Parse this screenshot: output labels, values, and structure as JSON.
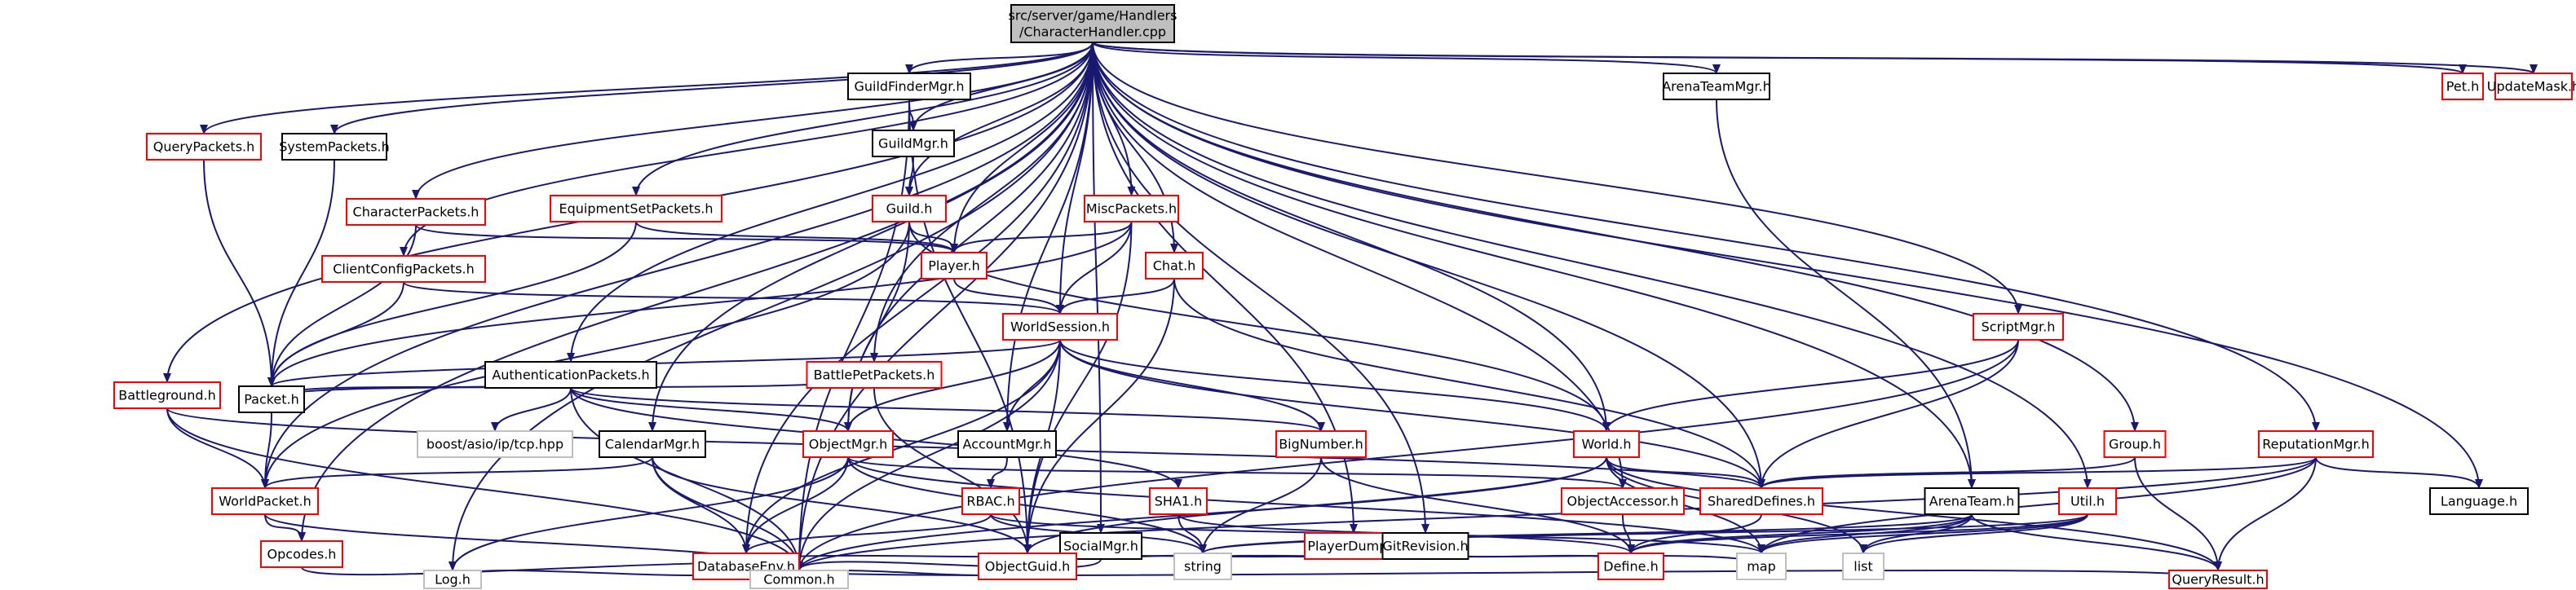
{
  "colors": {
    "edge": "#191970",
    "red_border": "#ff0000",
    "black_border": "#000000",
    "grey_border": "#bfbfbf",
    "root_fill": "#bfbfbf",
    "text": "#000000"
  },
  "nodes": [
    {
      "id": "root",
      "lines": [
        "src/server/game/Handlers",
        "/CharacterHandler.cpp"
      ],
      "style": "root"
    },
    {
      "id": "guildfindermgr",
      "lines": [
        "GuildFinderMgr.h"
      ],
      "style": "black"
    },
    {
      "id": "arenateammgr",
      "lines": [
        "ArenaTeamMgr.h"
      ],
      "style": "black"
    },
    {
      "id": "pet",
      "lines": [
        "Pet.h"
      ],
      "style": "red"
    },
    {
      "id": "updatemask",
      "lines": [
        "UpdateMask.h"
      ],
      "style": "red"
    },
    {
      "id": "querypackets",
      "lines": [
        "QueryPackets.h"
      ],
      "style": "red"
    },
    {
      "id": "systempackets",
      "lines": [
        "SystemPackets.h"
      ],
      "style": "black"
    },
    {
      "id": "guildmgr",
      "lines": [
        "GuildMgr.h"
      ],
      "style": "black"
    },
    {
      "id": "characterpackets",
      "lines": [
        "CharacterPackets.h"
      ],
      "style": "red"
    },
    {
      "id": "equipmentsetpackets",
      "lines": [
        "EquipmentSetPackets.h"
      ],
      "style": "red"
    },
    {
      "id": "guild",
      "lines": [
        "Guild.h"
      ],
      "style": "red"
    },
    {
      "id": "miscpackets",
      "lines": [
        "MiscPackets.h"
      ],
      "style": "red"
    },
    {
      "id": "player",
      "lines": [
        "Player.h"
      ],
      "style": "red"
    },
    {
      "id": "chat",
      "lines": [
        "Chat.h"
      ],
      "style": "red"
    },
    {
      "id": "clientconfigpackets",
      "lines": [
        "ClientConfigPackets.h"
      ],
      "style": "red"
    },
    {
      "id": "worldsession",
      "lines": [
        "WorldSession.h"
      ],
      "style": "red"
    },
    {
      "id": "scriptmgr",
      "lines": [
        "ScriptMgr.h"
      ],
      "style": "red"
    },
    {
      "id": "authenticationpackets",
      "lines": [
        "AuthenticationPackets.h"
      ],
      "style": "black"
    },
    {
      "id": "battlepetpackets",
      "lines": [
        "BattlePetPackets.h"
      ],
      "style": "red"
    },
    {
      "id": "battleground",
      "lines": [
        "Battleground.h"
      ],
      "style": "red"
    },
    {
      "id": "packet",
      "lines": [
        "Packet.h"
      ],
      "style": "black"
    },
    {
      "id": "boostasio",
      "lines": [
        "boost/asio/ip/tcp.hpp"
      ],
      "style": "grey"
    },
    {
      "id": "calendarmgr",
      "lines": [
        "CalendarMgr.h"
      ],
      "style": "black"
    },
    {
      "id": "objectmgr",
      "lines": [
        "ObjectMgr.h"
      ],
      "style": "red"
    },
    {
      "id": "accountmgr",
      "lines": [
        "AccountMgr.h"
      ],
      "style": "black"
    },
    {
      "id": "bignumber",
      "lines": [
        "BigNumber.h"
      ],
      "style": "red"
    },
    {
      "id": "world",
      "lines": [
        "World.h"
      ],
      "style": "red"
    },
    {
      "id": "group",
      "lines": [
        "Group.h"
      ],
      "style": "red"
    },
    {
      "id": "reputationmgr",
      "lines": [
        "ReputationMgr.h"
      ],
      "style": "red"
    },
    {
      "id": "worldpacket",
      "lines": [
        "WorldPacket.h"
      ],
      "style": "red"
    },
    {
      "id": "rbac",
      "lines": [
        "RBAC.h"
      ],
      "style": "red"
    },
    {
      "id": "sha1",
      "lines": [
        "SHA1.h"
      ],
      "style": "red"
    },
    {
      "id": "objectaccessor",
      "lines": [
        "ObjectAccessor.h"
      ],
      "style": "red"
    },
    {
      "id": "shareddefines",
      "lines": [
        "SharedDefines.h"
      ],
      "style": "red"
    },
    {
      "id": "arenateam",
      "lines": [
        "ArenaTeam.h"
      ],
      "style": "black"
    },
    {
      "id": "util",
      "lines": [
        "Util.h"
      ],
      "style": "red"
    },
    {
      "id": "language",
      "lines": [
        "Language.h"
      ],
      "style": "black"
    },
    {
      "id": "socialmgr",
      "lines": [
        "SocialMgr.h"
      ],
      "style": "black"
    },
    {
      "id": "playerdump",
      "lines": [
        "PlayerDump.h"
      ],
      "style": "red"
    },
    {
      "id": "gitrevision",
      "lines": [
        "GitRevision.h"
      ],
      "style": "black"
    },
    {
      "id": "opcodes",
      "lines": [
        "Opcodes.h"
      ],
      "style": "red"
    },
    {
      "id": "databaseenv",
      "lines": [
        "DatabaseEnv.h"
      ],
      "style": "red"
    },
    {
      "id": "objectguid",
      "lines": [
        "ObjectGuid.h"
      ],
      "style": "red"
    },
    {
      "id": "string",
      "lines": [
        "string"
      ],
      "style": "grey"
    },
    {
      "id": "define",
      "lines": [
        "Define.h"
      ],
      "style": "red"
    },
    {
      "id": "map",
      "lines": [
        "map"
      ],
      "style": "grey"
    },
    {
      "id": "list",
      "lines": [
        "list"
      ],
      "style": "grey"
    },
    {
      "id": "log",
      "lines": [
        "Log.h"
      ],
      "style": "grey"
    },
    {
      "id": "common",
      "lines": [
        "Common.h"
      ],
      "style": "grey"
    },
    {
      "id": "queryresult",
      "lines": [
        "QueryResult.h"
      ],
      "style": "red"
    }
  ],
  "edges": [
    [
      "root",
      "guildfindermgr"
    ],
    [
      "root",
      "arenateammgr"
    ],
    [
      "root",
      "pet"
    ],
    [
      "root",
      "updatemask"
    ],
    [
      "root",
      "querypackets"
    ],
    [
      "root",
      "systempackets"
    ],
    [
      "root",
      "guildmgr"
    ],
    [
      "root",
      "characterpackets"
    ],
    [
      "root",
      "equipmentsetpackets"
    ],
    [
      "root",
      "guild"
    ],
    [
      "root",
      "miscpackets"
    ],
    [
      "root",
      "player"
    ],
    [
      "root",
      "chat"
    ],
    [
      "root",
      "clientconfigpackets"
    ],
    [
      "root",
      "worldsession"
    ],
    [
      "root",
      "scriptmgr"
    ],
    [
      "root",
      "authenticationpackets"
    ],
    [
      "root",
      "battlepetpackets"
    ],
    [
      "root",
      "battleground"
    ],
    [
      "root",
      "calendarmgr"
    ],
    [
      "root",
      "objectmgr"
    ],
    [
      "root",
      "accountmgr"
    ],
    [
      "root",
      "world"
    ],
    [
      "root",
      "group"
    ],
    [
      "root",
      "reputationmgr"
    ],
    [
      "root",
      "worldpacket"
    ],
    [
      "root",
      "objectaccessor"
    ],
    [
      "root",
      "shareddefines"
    ],
    [
      "root",
      "arenateam"
    ],
    [
      "root",
      "util"
    ],
    [
      "root",
      "language"
    ],
    [
      "root",
      "socialmgr"
    ],
    [
      "root",
      "playerdump"
    ],
    [
      "root",
      "gitrevision"
    ],
    [
      "root",
      "opcodes"
    ],
    [
      "root",
      "databaseenv"
    ],
    [
      "root",
      "log"
    ],
    [
      "root",
      "common"
    ],
    [
      "guildfindermgr",
      "guildmgr"
    ],
    [
      "guildfindermgr",
      "common"
    ],
    [
      "guildfindermgr",
      "objectguid"
    ],
    [
      "arenateammgr",
      "arenateam"
    ],
    [
      "querypackets",
      "packet"
    ],
    [
      "systempackets",
      "packet"
    ],
    [
      "guildmgr",
      "guild"
    ],
    [
      "characterpackets",
      "packet"
    ],
    [
      "characterpackets",
      "player"
    ],
    [
      "equipmentsetpackets",
      "player"
    ],
    [
      "equipmentsetpackets",
      "packet"
    ],
    [
      "guild",
      "player"
    ],
    [
      "guild",
      "objectmgr"
    ],
    [
      "guild",
      "worldpacket"
    ],
    [
      "guild",
      "world"
    ],
    [
      "miscpackets",
      "player"
    ],
    [
      "miscpackets",
      "worldsession"
    ],
    [
      "miscpackets",
      "packet"
    ],
    [
      "miscpackets",
      "objectguid"
    ],
    [
      "player",
      "worldsession"
    ],
    [
      "chat",
      "worldsession"
    ],
    [
      "chat",
      "shareddefines"
    ],
    [
      "chat",
      "objectguid"
    ],
    [
      "clientconfigpackets",
      "packet"
    ],
    [
      "clientconfigpackets",
      "worldsession"
    ],
    [
      "worldsession",
      "packet"
    ],
    [
      "worldsession",
      "objectmgr"
    ],
    [
      "worldsession",
      "accountmgr"
    ],
    [
      "worldsession",
      "bignumber"
    ],
    [
      "worldsession",
      "world"
    ],
    [
      "worldsession",
      "shareddefines"
    ],
    [
      "worldsession",
      "databaseenv"
    ],
    [
      "worldsession",
      "common"
    ],
    [
      "worldsession",
      "objectguid"
    ],
    [
      "scriptmgr",
      "world"
    ],
    [
      "scriptmgr",
      "shareddefines"
    ],
    [
      "scriptmgr",
      "common"
    ],
    [
      "authenticationpackets",
      "packet"
    ],
    [
      "authenticationpackets",
      "boostasio"
    ],
    [
      "authenticationpackets",
      "objectmgr"
    ],
    [
      "authenticationpackets",
      "bignumber"
    ],
    [
      "authenticationpackets",
      "sha1"
    ],
    [
      "authenticationpackets",
      "common"
    ],
    [
      "battlepetpackets",
      "packet"
    ],
    [
      "battlepetpackets",
      "objectguid"
    ],
    [
      "battleground",
      "worldpacket"
    ],
    [
      "battleground",
      "shareddefines"
    ],
    [
      "battleground",
      "common"
    ],
    [
      "packet",
      "worldpacket"
    ],
    [
      "calendarmgr",
      "worldpacket"
    ],
    [
      "calendarmgr",
      "databaseenv"
    ],
    [
      "calendarmgr",
      "common"
    ],
    [
      "calendarmgr",
      "objectguid"
    ],
    [
      "objectmgr",
      "databaseenv"
    ],
    [
      "objectmgr",
      "log"
    ],
    [
      "objectmgr",
      "objectaccessor"
    ],
    [
      "objectmgr",
      "string"
    ],
    [
      "objectmgr",
      "map"
    ],
    [
      "accountmgr",
      "rbac"
    ],
    [
      "bignumber",
      "string"
    ],
    [
      "bignumber",
      "define"
    ],
    [
      "world",
      "shareddefines"
    ],
    [
      "world",
      "queryresult"
    ],
    [
      "world",
      "common"
    ],
    [
      "world",
      "map"
    ],
    [
      "world",
      "list"
    ],
    [
      "world",
      "objectguid"
    ],
    [
      "group",
      "shareddefines"
    ],
    [
      "group",
      "queryresult"
    ],
    [
      "reputationmgr",
      "shareddefines"
    ],
    [
      "reputationmgr",
      "language"
    ],
    [
      "reputationmgr",
      "queryresult"
    ],
    [
      "reputationmgr",
      "map"
    ],
    [
      "reputationmgr",
      "common"
    ],
    [
      "worldpacket",
      "opcodes"
    ],
    [
      "worldpacket",
      "common"
    ],
    [
      "rbac",
      "databaseenv"
    ],
    [
      "rbac",
      "string"
    ],
    [
      "rbac",
      "map"
    ],
    [
      "sha1",
      "string"
    ],
    [
      "sha1",
      "define"
    ],
    [
      "objectaccessor",
      "define"
    ],
    [
      "shareddefines",
      "define"
    ],
    [
      "arenateam",
      "map"
    ],
    [
      "arenateam",
      "list"
    ],
    [
      "arenateam",
      "queryresult"
    ],
    [
      "arenateam",
      "define"
    ],
    [
      "arenateam",
      "string"
    ],
    [
      "util",
      "list"
    ],
    [
      "util",
      "map"
    ],
    [
      "util",
      "string"
    ],
    [
      "util",
      "define"
    ],
    [
      "socialmgr",
      "databaseenv"
    ],
    [
      "socialmgr",
      "objectguid"
    ],
    [
      "socialmgr",
      "string"
    ],
    [
      "socialmgr",
      "common"
    ],
    [
      "playerdump",
      "objectguid"
    ],
    [
      "playerdump",
      "string"
    ],
    [
      "playerdump",
      "map"
    ],
    [
      "gitrevision",
      "string"
    ],
    [
      "gitrevision",
      "define"
    ],
    [
      "opcodes",
      "common"
    ],
    [
      "databaseenv",
      "common"
    ],
    [
      "databaseenv",
      "log"
    ],
    [
      "databaseenv",
      "queryresult"
    ],
    [
      "objectguid",
      "common"
    ]
  ]
}
